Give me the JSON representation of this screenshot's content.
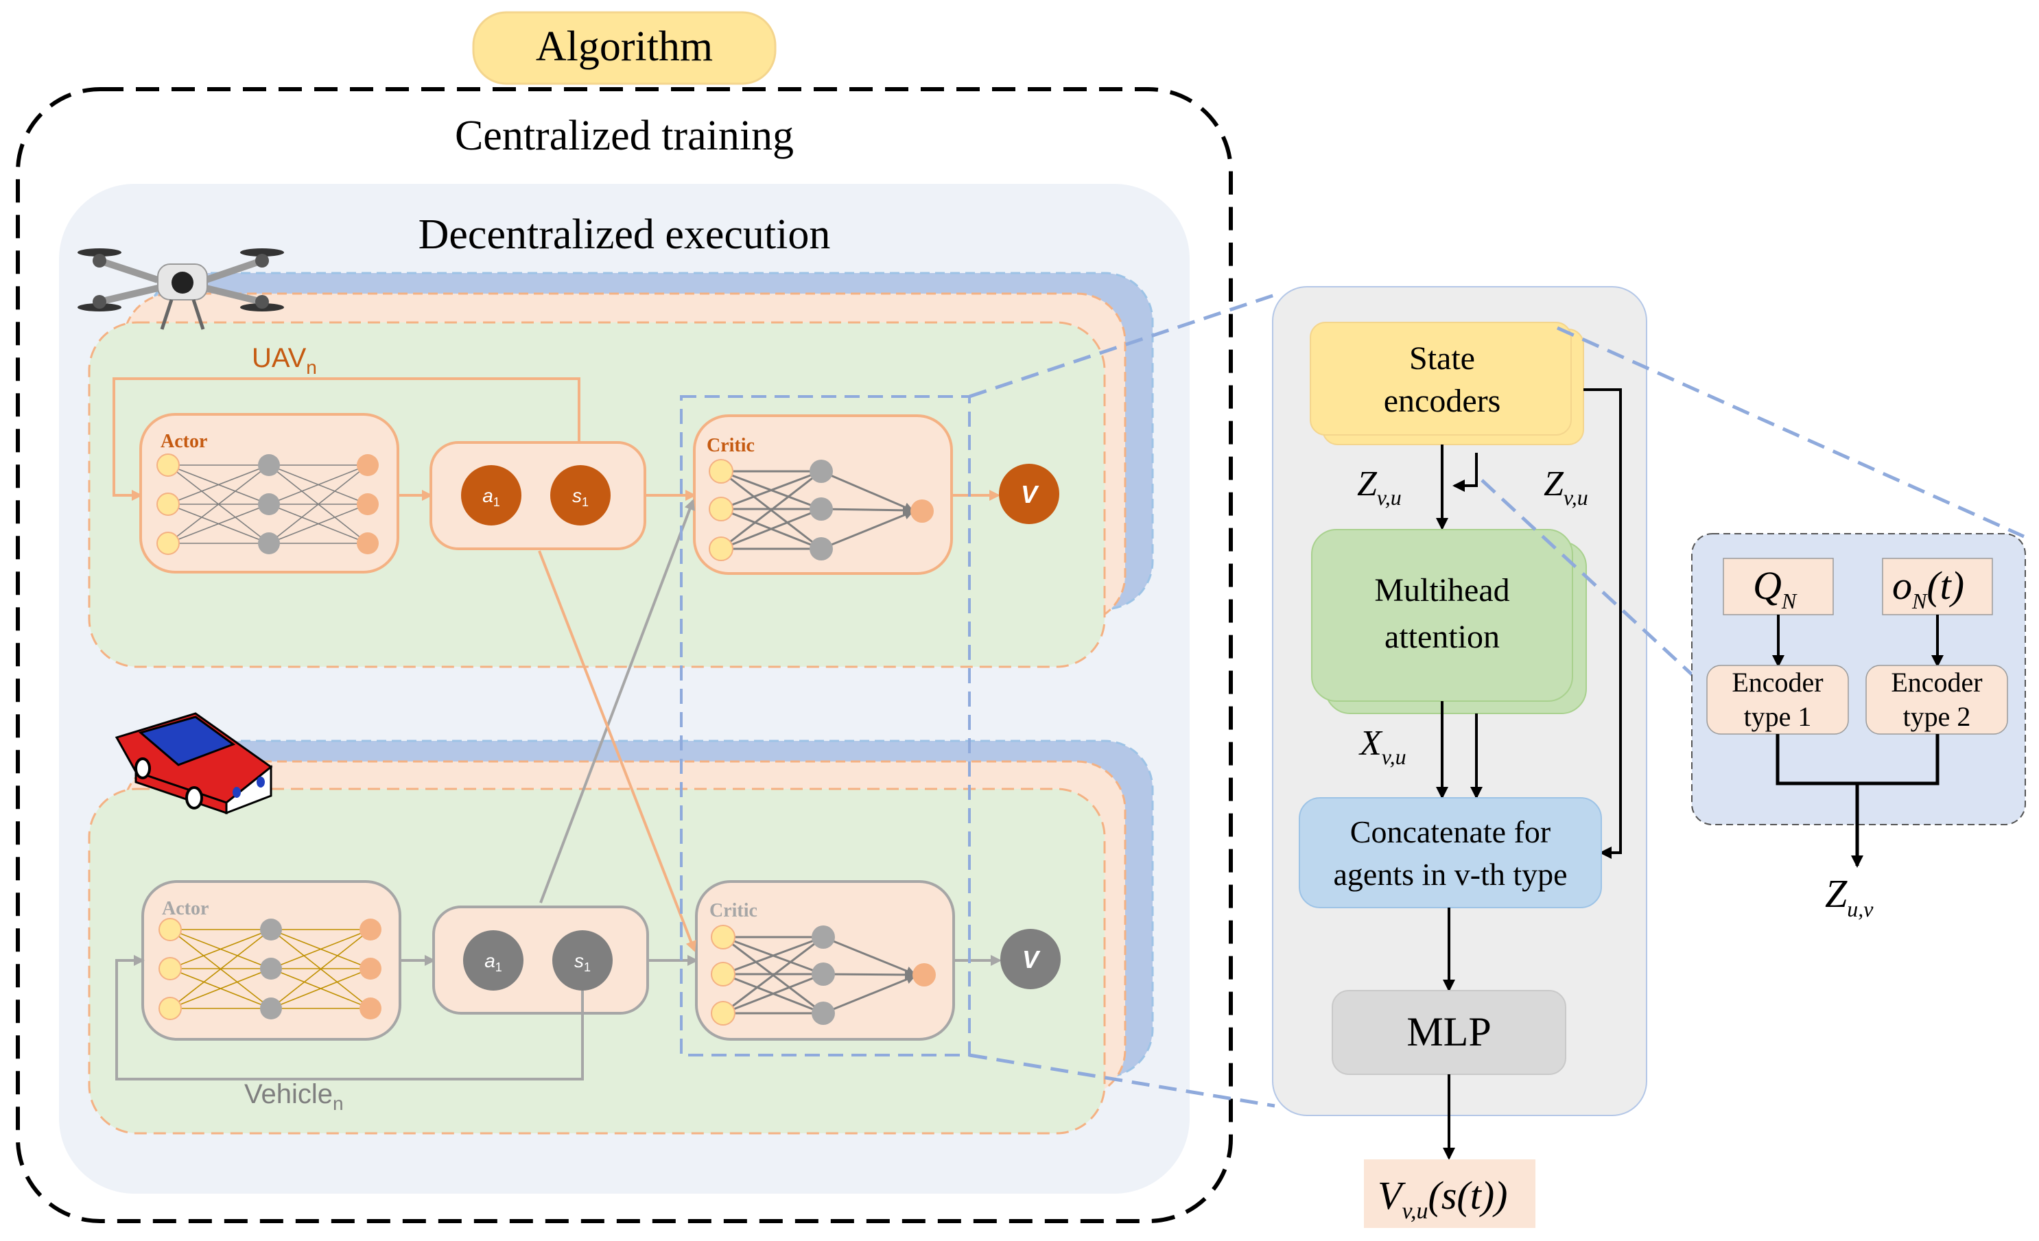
{
  "header": {
    "algorithm_label": "Algorithm"
  },
  "outer": {
    "centralized_label": "Centralized training"
  },
  "inner": {
    "decentralized_label": "Decentralized execution"
  },
  "uav_row": {
    "agent_label": "UAV",
    "agent_sub": "n",
    "actor_label": "Actor",
    "critic_label": "Critic",
    "action_label": "a",
    "action_sub": "1",
    "state_label": "s",
    "state_sub": "1",
    "value_label": "V"
  },
  "vehicle_row": {
    "agent_label": "Vehicle",
    "agent_sub": "n",
    "actor_label": "Actor",
    "critic_label": "Critic",
    "action_label": "a",
    "action_sub": "1",
    "state_label": "s",
    "state_sub": "1",
    "value_label": "V"
  },
  "critic_detail": {
    "state_encoders_line1": "State",
    "state_encoders_line2": "encoders",
    "z_left": "Z",
    "z_left_sub": "v,u",
    "z_right": "Z",
    "z_right_sub": "v,u",
    "attention_line1": "Multihead",
    "attention_line2": "attention",
    "x_label": "X",
    "x_sub": "v,u",
    "concat_line1": "Concatenate for",
    "concat_line2": "agents in v-th type",
    "mlp_label": "MLP",
    "output_main": "V",
    "output_sub": "v,u",
    "output_tail": "(s(t))"
  },
  "encoder_detail": {
    "q_main": "Q",
    "q_sub": "N",
    "o_main": "o",
    "o_sub": "N",
    "o_tail": "(t)",
    "encoder1_line1": "Encoder",
    "encoder1_line2": "type 1",
    "encoder2_line1": "Encoder",
    "encoder2_line2": "type 2",
    "z_main": "Z",
    "z_sub": "u,v"
  },
  "colors": {
    "uav_accent": "#c55a11",
    "vehicle_accent": "#7f7f7f",
    "green_panel": "#e2efda",
    "peach_panel": "#fbe5d6",
    "blue_shadow": "#b4c7e7",
    "inner_bg": "#eef2f8",
    "attention_green": "#c5e0b4",
    "state_yellow": "#ffe699",
    "concat_blue": "#bdd7ee",
    "mlp_gray": "#d9d9d9",
    "detail_bg": "#ededed",
    "encoder_bg": "#dae3f3",
    "dashed_blue": "#8faadc"
  },
  "icons": {
    "drone": "drone-icon",
    "car": "car-icon"
  }
}
